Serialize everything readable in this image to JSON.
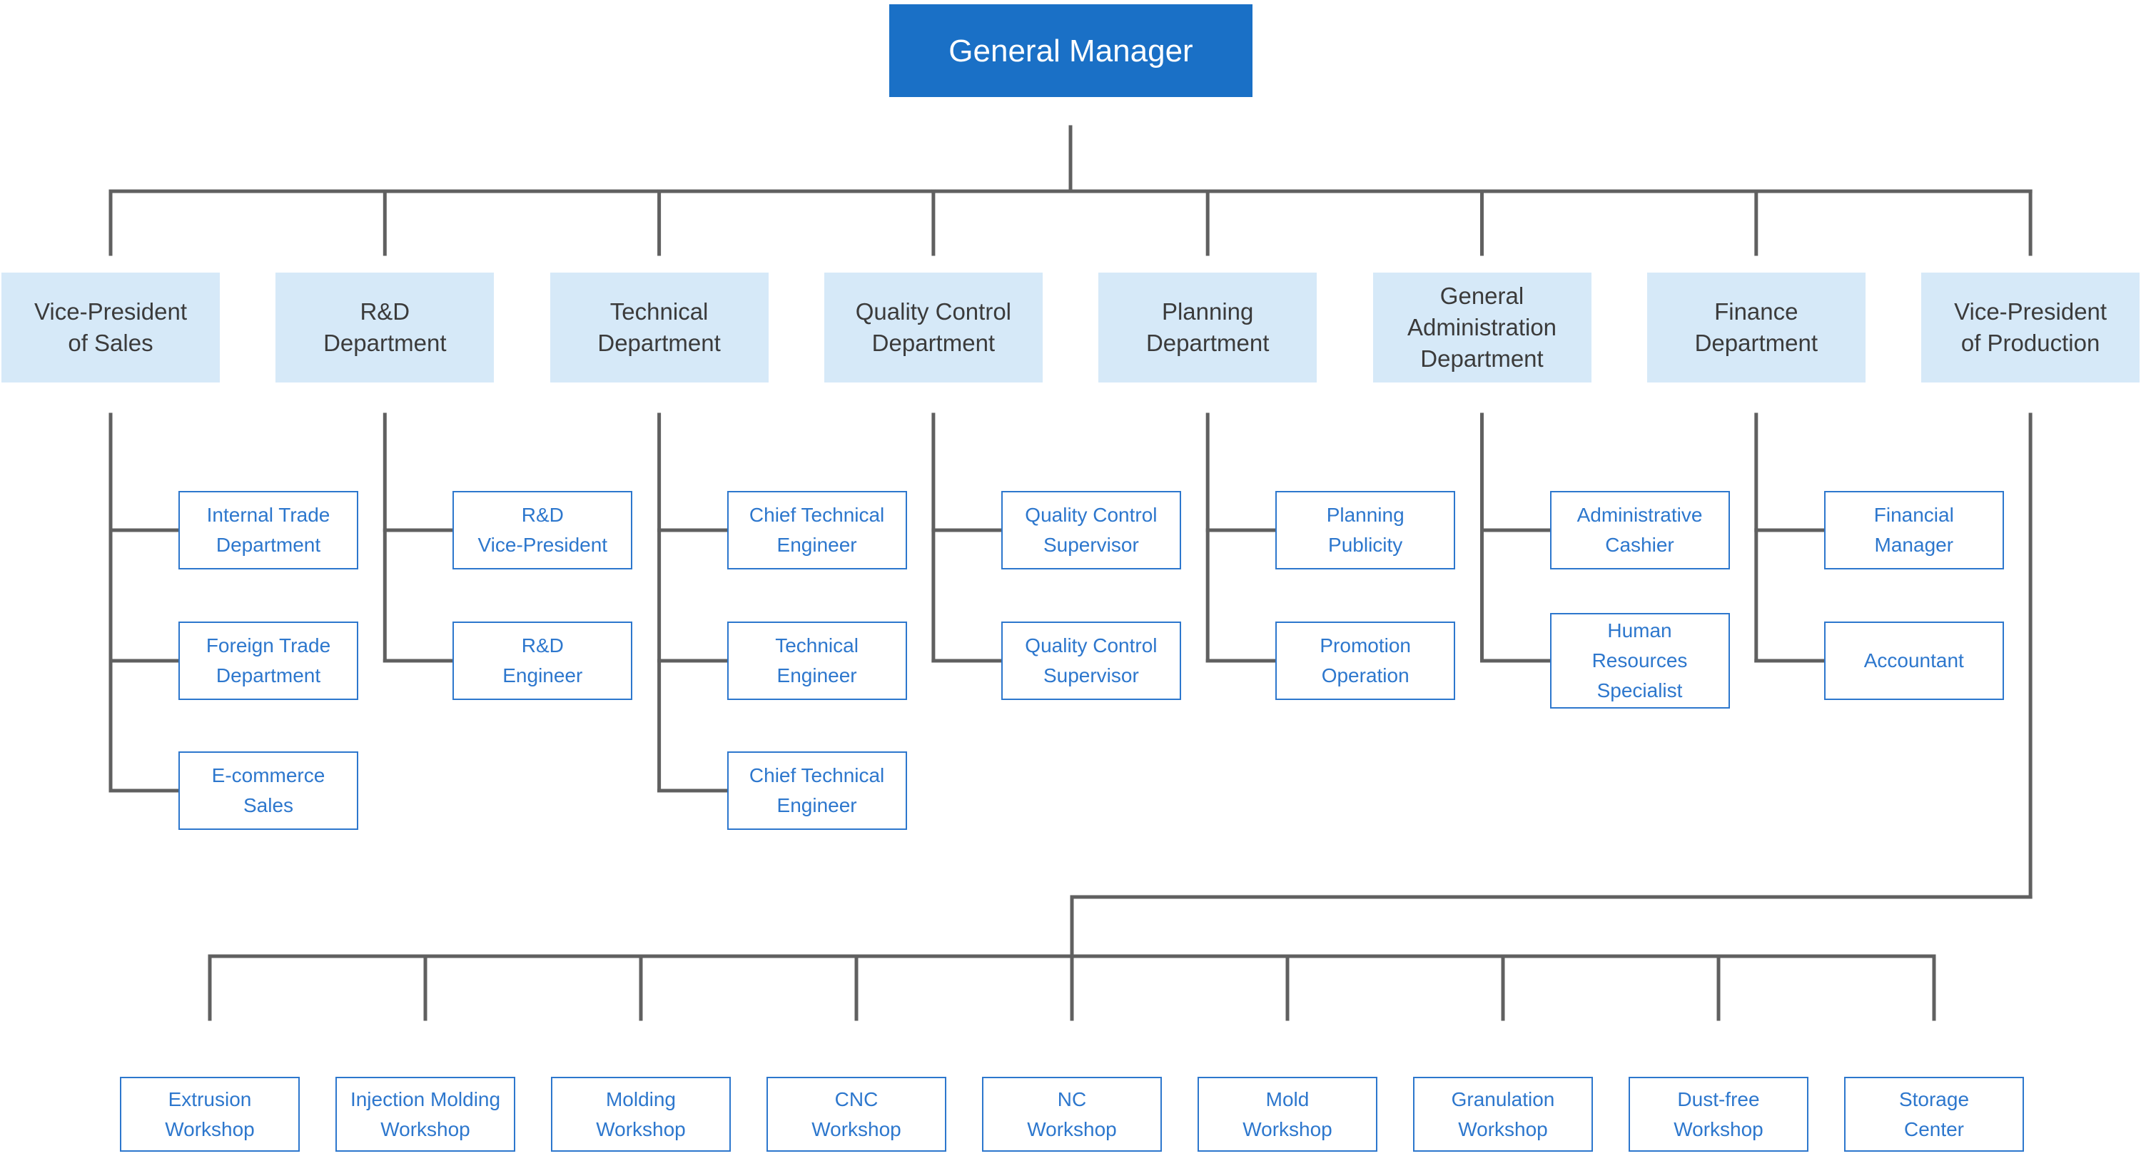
{
  "org": {
    "root": {
      "label": "General Manager"
    },
    "departments": [
      {
        "label": "Vice-President\nof Sales",
        "children": [
          "Internal Trade\nDepartment",
          "Foreign Trade\nDepartment",
          "E-commerce\nSales"
        ]
      },
      {
        "label": "R&D\nDepartment",
        "children": [
          "R&D\nVice-President",
          "R&D\nEngineer"
        ]
      },
      {
        "label": "Technical\nDepartment",
        "children": [
          "Chief Technical\nEngineer",
          "Technical\nEngineer",
          "Chief Technical\nEngineer"
        ]
      },
      {
        "label": "Quality Control\nDepartment",
        "children": [
          "Quality Control\nSupervisor",
          "Quality Control\nSupervisor"
        ]
      },
      {
        "label": "Planning\nDepartment",
        "children": [
          "Planning\nPublicity",
          "Promotion\nOperation"
        ]
      },
      {
        "label": "General\nAdministration\nDepartment",
        "children": [
          "Administrative\nCashier",
          "Human\nResources\nSpecialist"
        ]
      },
      {
        "label": "Finance\nDepartment",
        "children": [
          "Financial\nManager",
          "Accountant"
        ]
      },
      {
        "label": "Vice-President\nof Production",
        "children": []
      }
    ],
    "production_workshops": [
      "Extrusion\nWorkshop",
      "Injection Molding\nWorkshop",
      "Molding\nWorkshop",
      "CNC\nWorkshop",
      "NC\nWorkshop",
      "Mold\nWorkshop",
      "Granulation\nWorkshop",
      "Dust-free\nWorkshop",
      "Storage\nCenter"
    ]
  },
  "colors": {
    "root_fill": "#1a70c6",
    "root_text": "#ffffff",
    "department_fill": "#d6e9f8",
    "department_text": "#3b3b3b",
    "node_border": "#2d77cd",
    "node_text": "#2d77cd",
    "connector": "#606060"
  }
}
